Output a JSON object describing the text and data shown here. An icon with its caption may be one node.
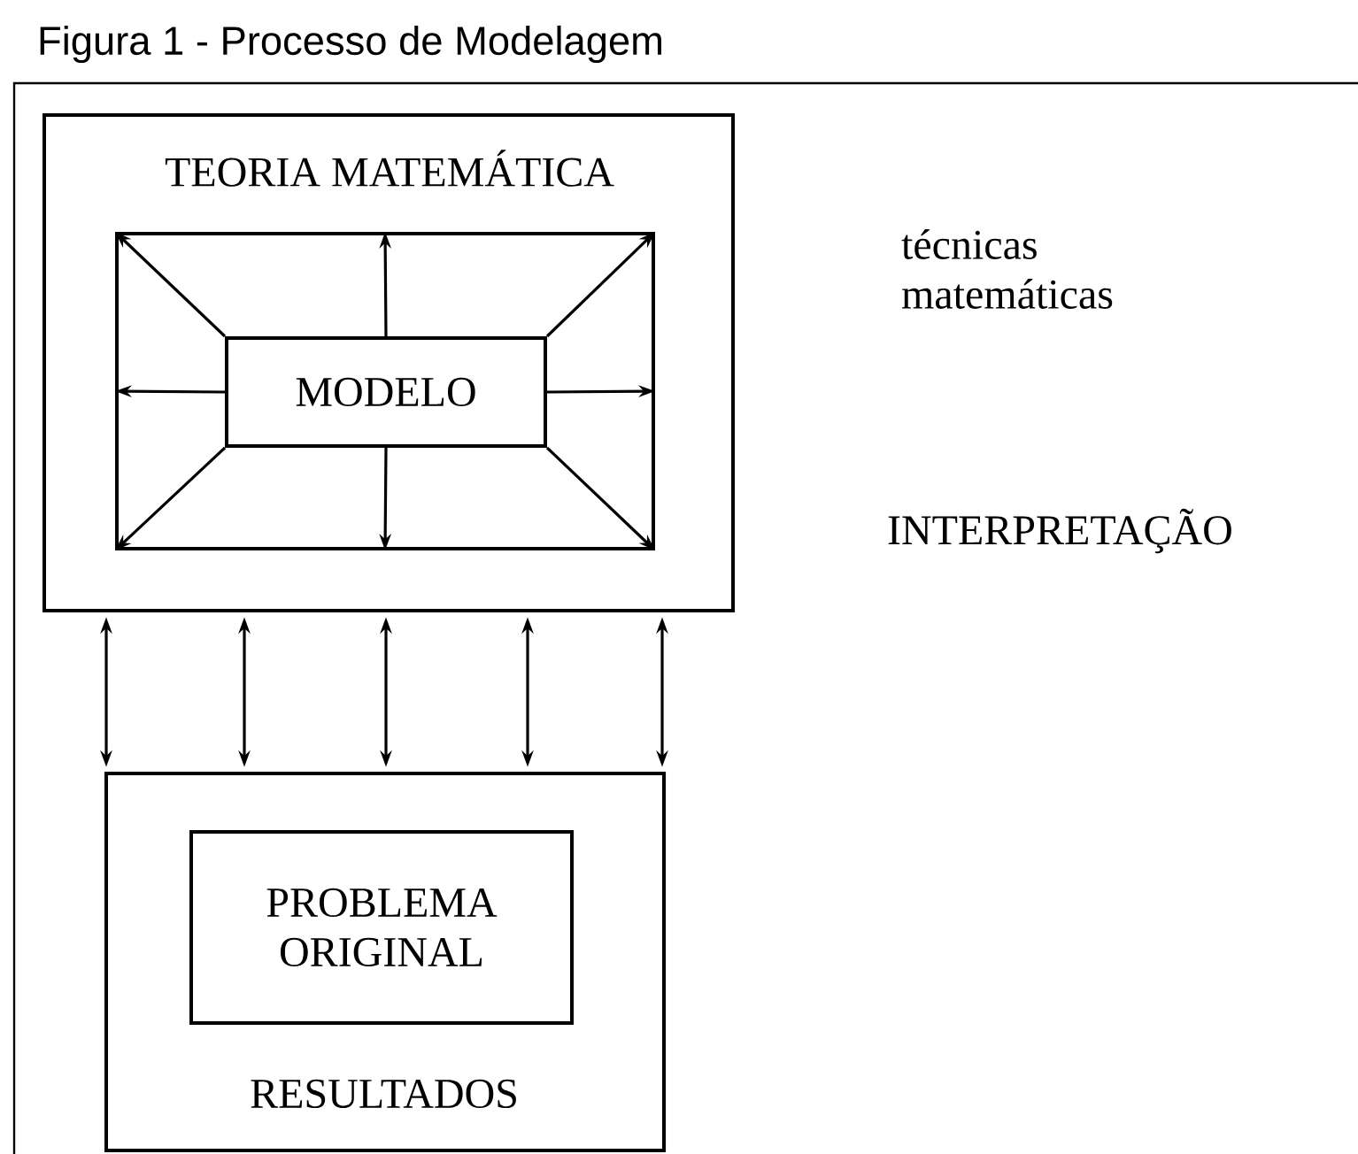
{
  "diagram": {
    "title": "Figura 1 - Processo de Modelagem",
    "nodes": [
      {
        "text": [
          "TEORIA MATEMÁTICA"
        ]
      },
      {
        "text": [],
        "shape": "box",
        "in": 0
      },
      {
        "text": [
          "MODELO"
        ],
        "in": 1
      },
      {
        "text": [
          "RESULTADOS"
        ]
      },
      {
        "text": [
          "PROBLEMA ORIGINAL"
        ],
        "in": 3
      }
    ],
    "edges": [
      {
        "from": 2,
        "to": 1,
        "arrow": "to"
      },
      {
        "from": 2,
        "to": 1,
        "arrow": "to"
      },
      {
        "from": 2,
        "to": 1,
        "arrow": "to"
      },
      {
        "from": 2,
        "to": 1,
        "arrow": "to"
      },
      {
        "from": 2,
        "to": 1,
        "arrow": "to"
      },
      {
        "from": 2,
        "to": 1,
        "arrow": "to"
      },
      {
        "from": 2,
        "to": 1,
        "arrow": "to"
      },
      {
        "from": 2,
        "to": 1,
        "arrow": "to"
      },
      {
        "from": 0,
        "to": 3,
        "arrow": "both"
      },
      {
        "from": 0,
        "to": 3,
        "arrow": "both"
      },
      {
        "from": 0,
        "to": 3,
        "arrow": "both"
      },
      {
        "from": 0,
        "to": 3,
        "arrow": "both"
      },
      {
        "from": 0,
        "to": 3,
        "arrow": "both"
      }
    ],
    "labels": [
      "técnicas matemáticas",
      "INTERPRETAÇÃO"
    ]
  }
}
